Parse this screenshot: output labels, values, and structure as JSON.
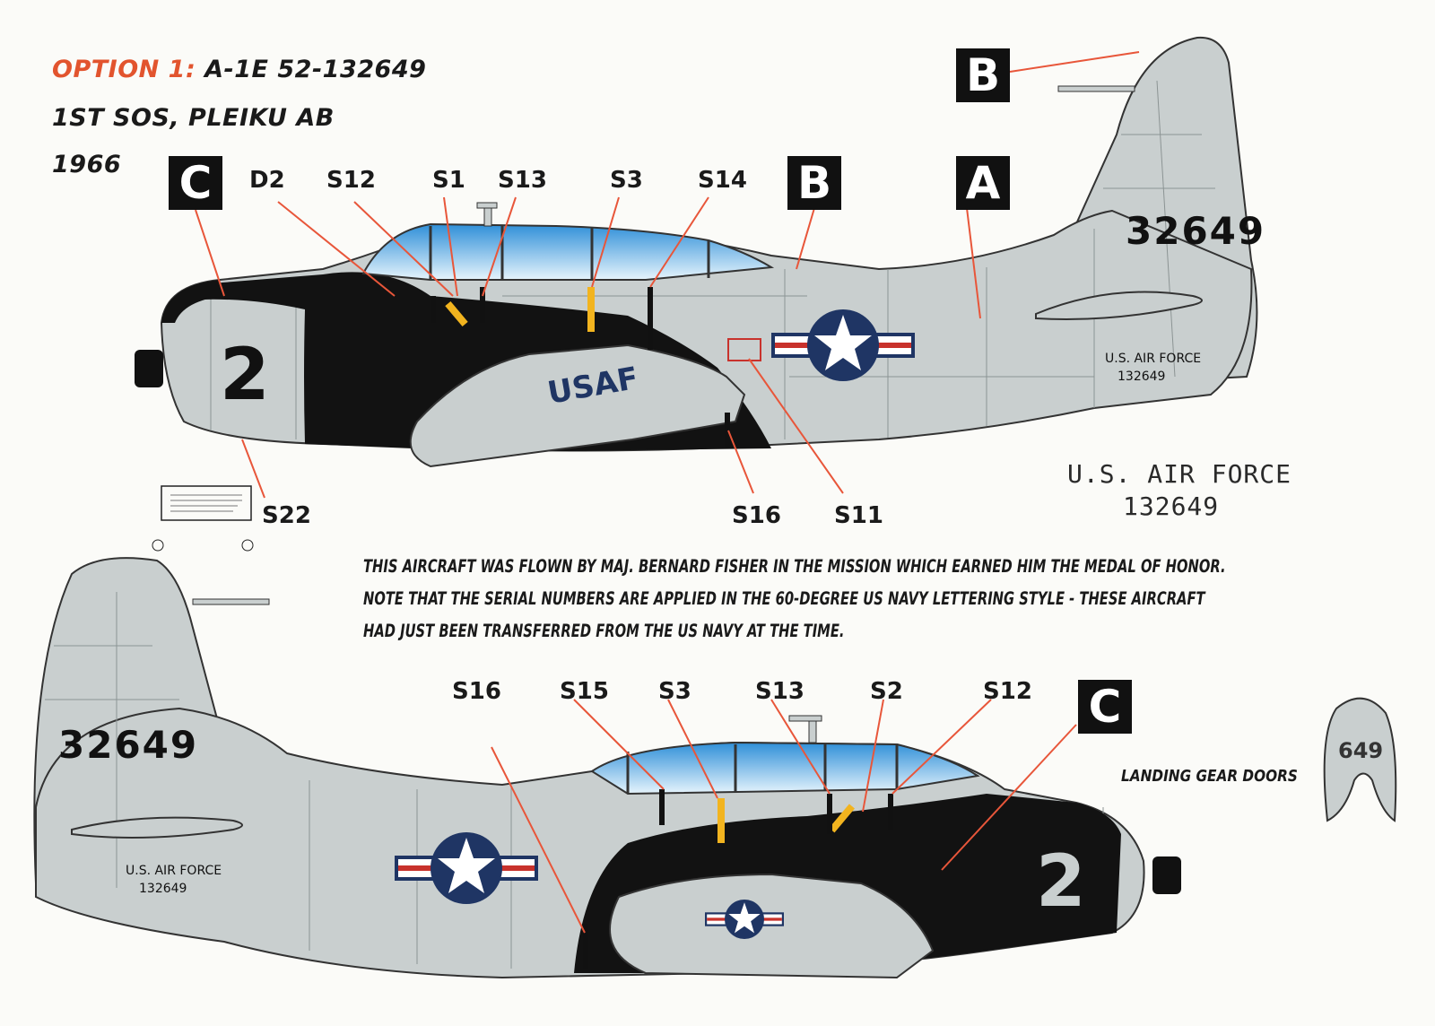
{
  "header": {
    "option_label": "OPTION 1:",
    "aircraft": "A-1E  52-132649",
    "unit": "1ST SOS, PLEIKU AB",
    "year": "1966"
  },
  "note_lines": [
    "THIS AIRCRAFT WAS FLOWN BY MAJ. BERNARD FISHER IN THE MISSION WHICH EARNED HIM THE  MEDAL OF HONOR.",
    "NOTE THAT THE SERIAL NUMBERS ARE APPLIED IN THE 60-DEGREE US NAVY LETTERING STYLE -  THESE AIRCRAFT",
    "HAD JUST BEEN TRANSFERRED FROM THE US NAVY AT THE TIME."
  ],
  "top_profile": {
    "tail_number": "32649",
    "nose_number": "2",
    "tail_af_line1": "U.S. AIR FORCE",
    "tail_af_line2": "132649",
    "wing_text": "USAF",
    "box_labels": [
      "C",
      "B",
      "A",
      "B"
    ],
    "callouts_above": [
      "D2",
      "S12",
      "S1",
      "S13",
      "S3",
      "S14"
    ],
    "callouts_below": [
      "S22",
      "S16",
      "S11"
    ]
  },
  "large_marking": {
    "line1": "U.S. AIR FORCE",
    "line2": "132649"
  },
  "bottom_profile": {
    "tail_number": "32649",
    "nose_number": "2",
    "tail_af_line1": "U.S. AIR FORCE",
    "tail_af_line2": "132649",
    "box_label": "C",
    "callouts_above": [
      "S16",
      "S15",
      "S3",
      "S13",
      "S2",
      "S12"
    ]
  },
  "gear_door": {
    "label": "LANDING GEAR DOORS",
    "number": "649"
  },
  "colors": {
    "fuselage_gray": "#c9cfcf",
    "anti_glare_black": "#121212",
    "callout_line": "#e8563a",
    "option_orange": "#e2542e",
    "insignia_blue": "#1f3564",
    "insignia_red": "#c8322c",
    "canopy_blue": "#5fb1e6"
  }
}
